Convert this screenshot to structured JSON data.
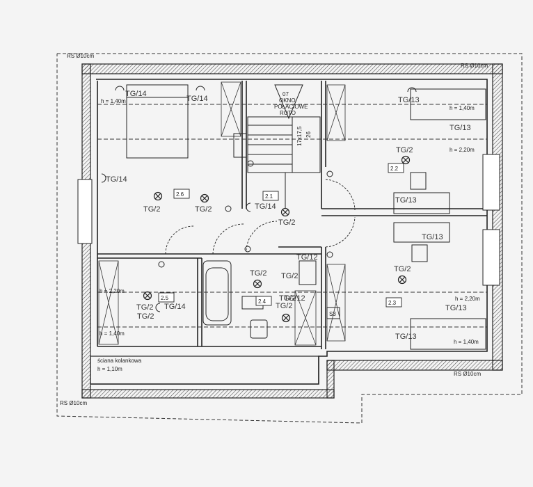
{
  "labels": {
    "rs_top_left": "RS Ø10cm",
    "rs_top_right": "RS Ø10cm",
    "rs_bottom_right": "RS Ø10cm",
    "rs_bottom_left": "RS Ø10cm",
    "window_roof_a": "07",
    "window_roof_b": "OKNO",
    "window_roof_c": "POŁACIOWE",
    "window_roof_d": "ROTO",
    "stairs_dim": "17x17,5",
    "stairs_num": "26",
    "kolanka_a": "ściana kolankowa",
    "kolanka_b": "h = 1,10m"
  },
  "rooms": [
    {
      "id": "2.6",
      "tg": "TG/2"
    },
    {
      "id": "2.1",
      "tg": "TG/2"
    },
    {
      "id": "2.2",
      "tg": "TG/2"
    },
    {
      "id": "2.3",
      "tg": "TG/2"
    },
    {
      "id": "2.4",
      "tg": "TG/2"
    },
    {
      "id": "2.5",
      "tg": "TG/2"
    }
  ],
  "sockets": {
    "tg14_a": "TG/14",
    "tg14_b": "TG/14",
    "tg14_c": "TG/14",
    "tg14_d": "TG/14",
    "tg14_e": "TG/14",
    "tg13_a": "TG/13",
    "tg13_b": "TG/13",
    "tg13_c": "TG/13",
    "tg13_d": "TG/13",
    "tg13_e": "TG/13",
    "tg13_f": "TG/13",
    "tg12_a": "TG/12",
    "tg12_b": "TG/12",
    "tg2_extra_a": "TG/2",
    "tg2_extra_b": "TG/2",
    "tg2_extra_c": "TG/2",
    "tg2_extra_d": "TG/2",
    "tg2_extra_e": "TG/2",
    "s3": "S3"
  },
  "heights": {
    "h140_a": "h = 1,40m",
    "h140_b": "h = 1,40m",
    "h220_a": "h = 2,20m",
    "h220_b": "h = 2,20m",
    "h140_c": "h = 1,40m",
    "h220_c": "h = 2,20m",
    "h140_d": "h = 1,40m"
  },
  "colors": {
    "line": "#222222",
    "paper": "#f4f4f4",
    "hatch": "#555555"
  }
}
